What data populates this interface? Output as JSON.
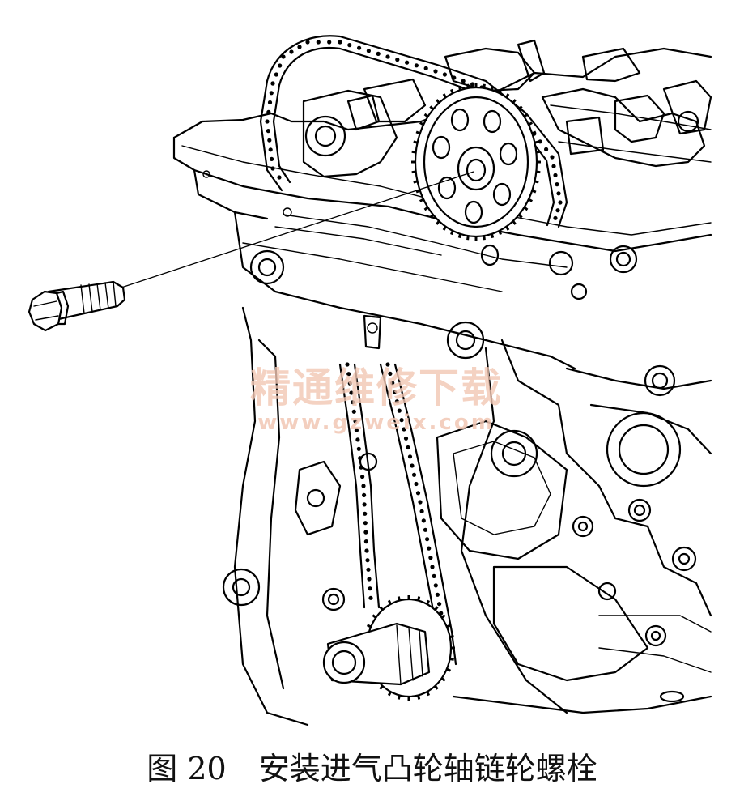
{
  "figure": {
    "label": "图 20",
    "caption": "安装进气凸轮轴链轮螺栓"
  },
  "watermark": {
    "title": "精通维修下载",
    "url": "www.gzweix.com",
    "color": "#f2c7b4"
  },
  "parts": [
    "sprocket-bolt",
    "intake-camshaft-sprocket",
    "timing-chain",
    "crankshaft-sprocket",
    "camshaft",
    "cylinder-head",
    "engine-block"
  ]
}
